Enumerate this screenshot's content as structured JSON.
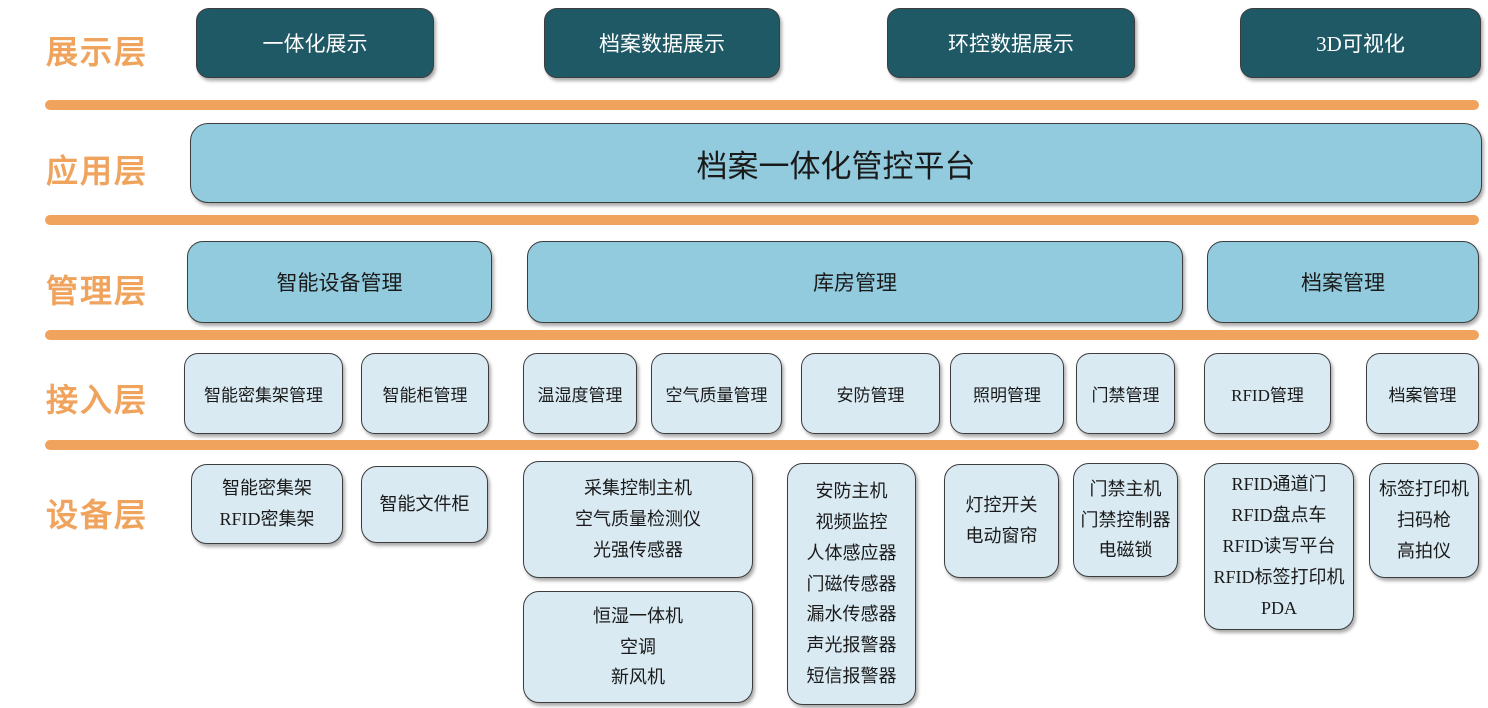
{
  "colors": {
    "dark_teal": "#1F5966",
    "medium_blue": "#92CBDD",
    "pale_blue": "#D9EAF3",
    "orange": "#F0A35C",
    "text_dark": "#1a1a1a",
    "text_light": "#ffffff"
  },
  "layers": {
    "display": {
      "label": "展示层",
      "boxes": [
        {
          "label": "一体化展示"
        },
        {
          "label": "档案数据展示"
        },
        {
          "label": "环控数据展示"
        },
        {
          "label": "3D可视化"
        }
      ]
    },
    "application": {
      "label": "应用层",
      "platform_label": "档案一体化管控平台"
    },
    "management": {
      "label": "管理层",
      "boxes": [
        {
          "label": "智能设备管理"
        },
        {
          "label": "库房管理"
        },
        {
          "label": "档案管理"
        }
      ]
    },
    "access": {
      "label": "接入层",
      "boxes": [
        {
          "label": "智能密集架管理"
        },
        {
          "label": "智能柜管理"
        },
        {
          "label": "温湿度管理"
        },
        {
          "label": "空气质量管理"
        },
        {
          "label": "安防管理"
        },
        {
          "label": "照明管理"
        },
        {
          "label": "门禁管理"
        },
        {
          "label": "RFID管理"
        },
        {
          "label": "档案管理"
        }
      ]
    },
    "device": {
      "label": "设备层",
      "boxes": [
        {
          "lines": [
            "智能密集架",
            "RFID密集架"
          ]
        },
        {
          "lines": [
            "智能文件柜"
          ]
        },
        {
          "lines": [
            "采集控制主机",
            "空气质量检测仪",
            "光强传感器"
          ]
        },
        {
          "lines": [
            "恒湿一体机",
            "空调",
            "新风机"
          ]
        },
        {
          "lines": [
            "安防主机",
            "视频监控",
            "人体感应器",
            "门磁传感器",
            "漏水传感器",
            "声光报警器",
            "短信报警器"
          ]
        },
        {
          "lines": [
            "灯控开关",
            "电动窗帘"
          ]
        },
        {
          "lines": [
            "门禁主机",
            "门禁控制器",
            "电磁锁"
          ]
        },
        {
          "lines": [
            "RFID通道门",
            "RFID盘点车",
            "RFID读写平台",
            "RFID标签打印机",
            "PDA"
          ]
        },
        {
          "lines": [
            "标签打印机",
            "扫码枪",
            "高拍仪"
          ]
        }
      ]
    }
  }
}
